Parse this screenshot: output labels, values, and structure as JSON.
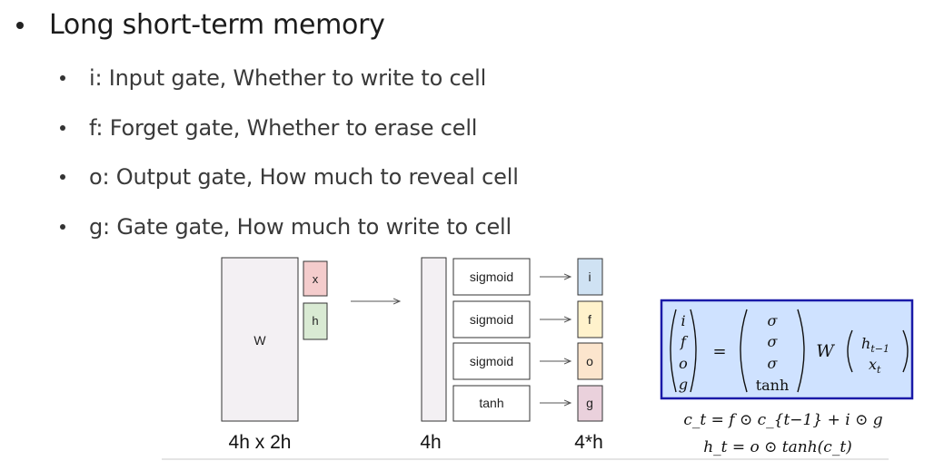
{
  "heading": "Long short-term memory",
  "bullets": [
    "i: Input gate, Whether to write to cell",
    "f: Forget gate, Whether to erase cell",
    "o: Output gate, How much to reveal cell",
    "g: Gate gate, How much to write to cell"
  ],
  "diagram": {
    "weight_label": "W",
    "input_labels": [
      "x",
      "h"
    ],
    "activations": [
      "sigmoid",
      "sigmoid",
      "sigmoid",
      "tanh"
    ],
    "gate_labels": [
      "i",
      "f",
      "o",
      "g"
    ],
    "dim_weight": "4h x 2h",
    "dim_pre": "4h",
    "dim_gates": "4*h"
  },
  "equations": {
    "matrix_left": [
      "i",
      "f",
      "o",
      "g"
    ],
    "equals": "=",
    "matrix_mid": [
      "σ",
      "σ",
      "σ",
      "tanh"
    ],
    "weight": "W",
    "matrix_right_top": "h",
    "matrix_right_top_sub": "t−1",
    "matrix_right_bottom": "x",
    "matrix_right_bottom_sub": "t",
    "cell_update": "c_t = f ⊙ c_{t−1} + i ⊙ g",
    "hidden_update": "h_t = o ⊙ tanh(c_t)"
  },
  "colors": {
    "x_box": "#f4cccc",
    "h_box": "#d9ead3",
    "i_box": "#cfe2f3",
    "f_box": "#fff2cc",
    "o_box": "#fce5cd",
    "g_box": "#ead1dc",
    "equation_bg": "#cfe2ff",
    "equation_border": "#1a1aa8"
  }
}
